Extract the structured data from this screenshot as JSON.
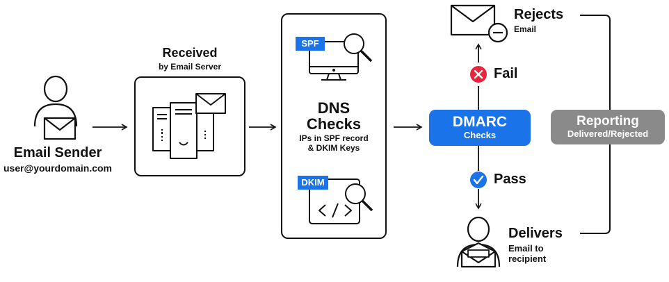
{
  "sender": {
    "title": "Email Sender",
    "address": "user@yourdomain.com"
  },
  "received": {
    "title": "Received",
    "subtitle": "by Email Server"
  },
  "dns": {
    "title_line1": "DNS",
    "title_line2": "Checks",
    "detail_line1": "IPs in SPF record",
    "detail_line2": "& DKIM Keys",
    "spf_badge": "SPF",
    "dkim_badge": "DKIM"
  },
  "dmarc": {
    "title": "DMARC",
    "subtitle": "Checks"
  },
  "fail": {
    "label": "Fail"
  },
  "pass": {
    "label": "Pass"
  },
  "rejects": {
    "title": "Rejects",
    "subtitle": "Email"
  },
  "delivers": {
    "title": "Delivers",
    "subtitle_line1": "Email to",
    "subtitle_line2": "recipient"
  },
  "reporting": {
    "title": "Reporting",
    "subtitle": "Delivered/Rejected"
  },
  "colors": {
    "accent_blue": "#1a73e8",
    "fail_red": "#e5263d",
    "reporting_gray": "#8a8a8a",
    "ink": "#111111"
  }
}
